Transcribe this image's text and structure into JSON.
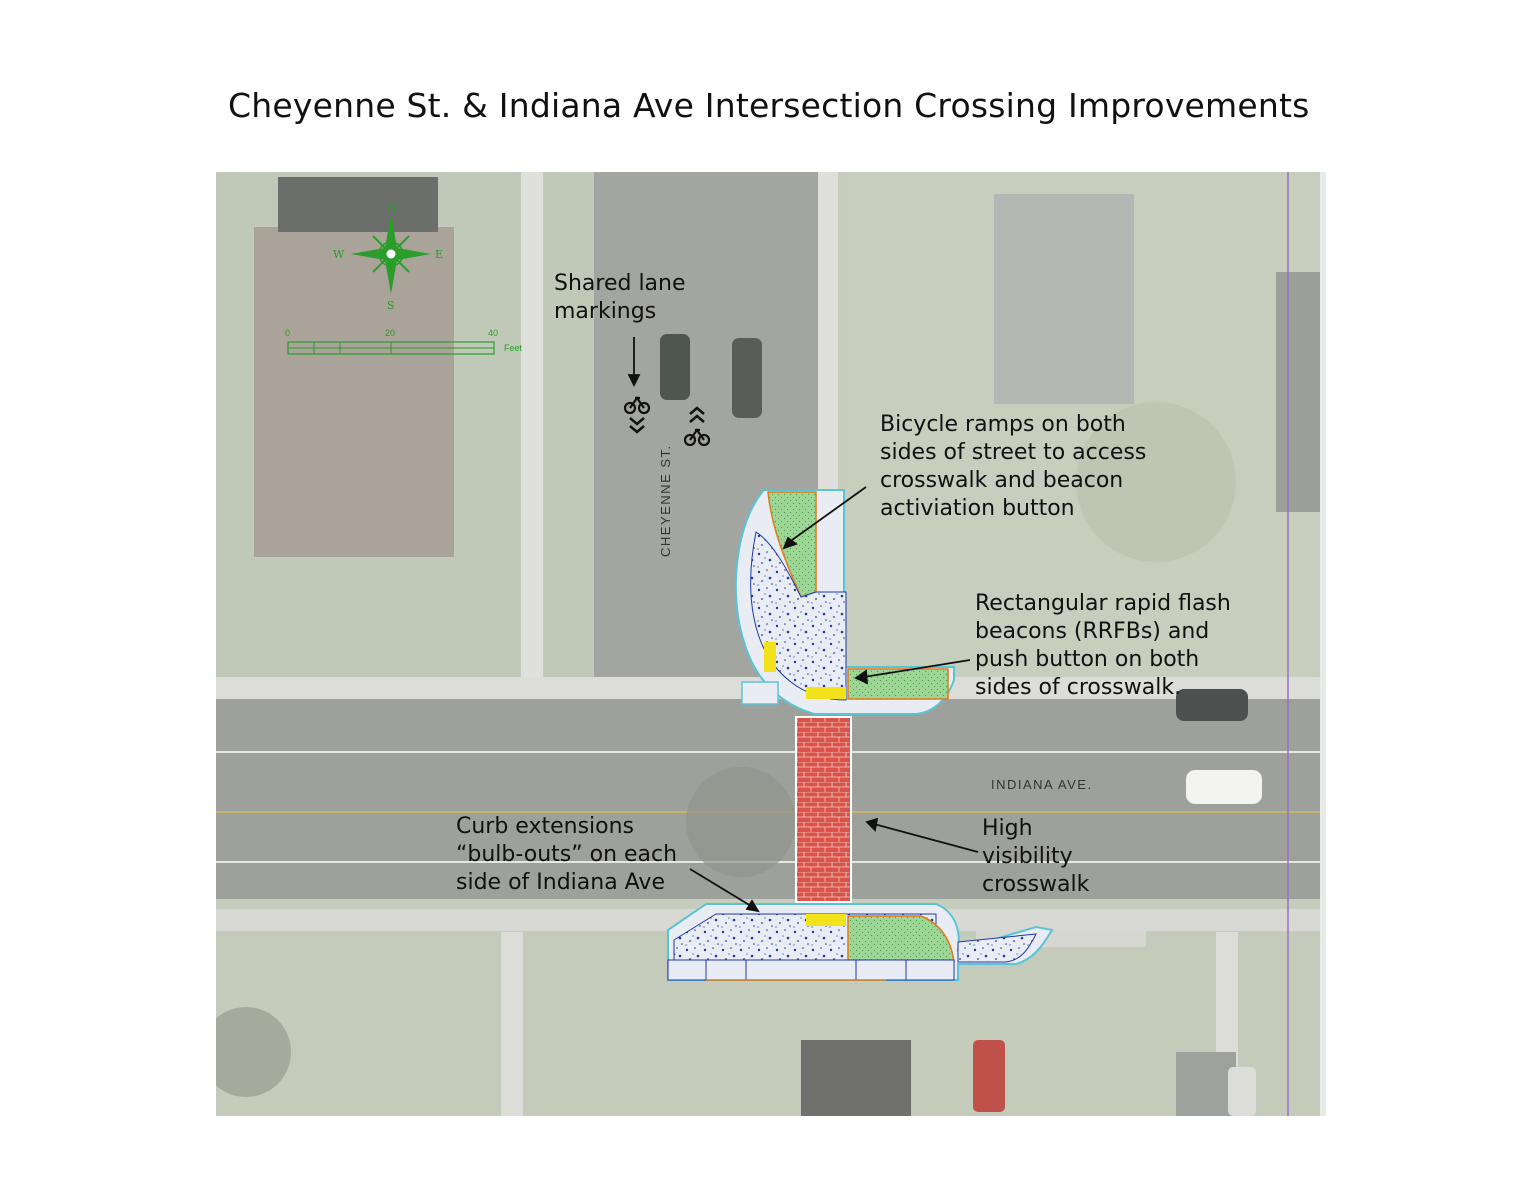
{
  "title": "Cheyenne St. & Indiana Ave Intersection Crossing Improvements",
  "streets": {
    "cheyenne": "CHEYENNE ST.",
    "indiana": "INDIANA AVE."
  },
  "compass": {
    "north": "N",
    "south": "S",
    "east": "E",
    "west": "W"
  },
  "scale_bar": {
    "ticks": [
      "0",
      "20",
      "40"
    ],
    "unit": "Feet"
  },
  "callouts": {
    "shared_lane": [
      "Shared lane",
      "markings"
    ],
    "bicycle_ramps": [
      "Bicycle ramps on both",
      "sides of street to access",
      "crosswalk and beacon",
      "activiation button"
    ],
    "rrfb": [
      "Rectangular rapid flash",
      "beacons (RRFBs) and",
      "push button on both",
      "sides of crosswalk."
    ],
    "curb_extensions": [
      "Curb extensions",
      "“bulb-outs” on each",
      "side of Indiana Ave"
    ],
    "crosswalk": [
      "High",
      "visibility",
      "crosswalk"
    ]
  },
  "colors": {
    "road": "#9fa19c",
    "grass": "#c3cbb9",
    "sidewalk": "#e6e7e3",
    "crosswalk_red": "#d9534a",
    "bulbout_green": "#8fce8a",
    "outline_orange": "#e07b1a",
    "curb_cyan": "#5bc4d4",
    "concrete_blue": "#1e3aa8",
    "tactile_yellow": "#f2e21c"
  }
}
